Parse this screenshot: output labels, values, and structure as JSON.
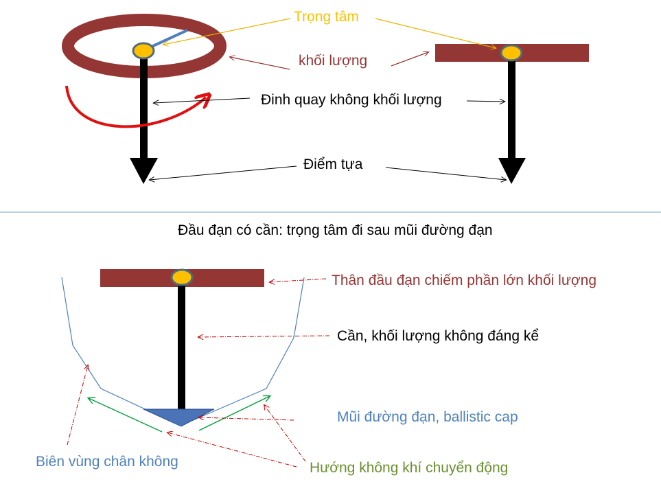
{
  "labels": {
    "center_of_gravity": "Trọng tâm",
    "mass": "khối lượng",
    "massless_pivot": "Đinh quay không khối lượng",
    "pivot_point": "Điểm tựa",
    "title": "Đầu đạn có cần: trọng tâm đi sau mũi đường đạn",
    "warhead_body": "Thân đầu đạn chiếm phần lớn khối lượng",
    "rod": "Cần, khối lượng không đáng kể",
    "ballistic_cap": "Mũi đường đạn, ballistic cap",
    "vacuum_boundary": "Biên vùng chân không",
    "airflow_direction": "Hướng không khí chuyển động"
  },
  "colors": {
    "mass_brown": "#943634",
    "cog_yellow": "#ffc000",
    "cog_outline": "#4f6d7a",
    "rotation_red": "#e01010",
    "blue_label": "#4f81bd",
    "cap_blue": "#4a73b8",
    "green_arrow": "#00a040",
    "divider": "#8eb4d6",
    "stem_black": "#000000"
  }
}
